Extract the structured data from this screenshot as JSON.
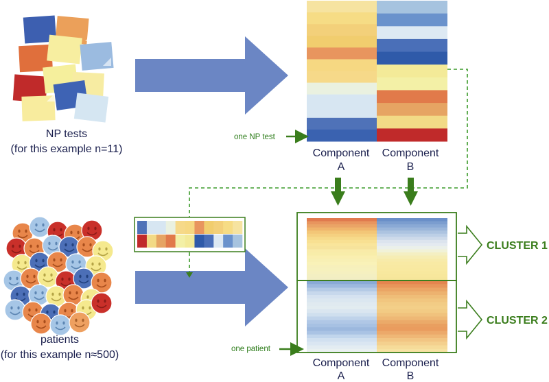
{
  "np_tests": {
    "title": "NP tests",
    "subtitle": "(for this example n=11)"
  },
  "patients": {
    "title": "patients",
    "subtitle": "(for this example n≈500)"
  },
  "annotations": {
    "one_np_test": "one NP test",
    "one_patient": "one patient"
  },
  "components": {
    "a_top": "Component",
    "a_bottom": "A",
    "b_top": "Component",
    "b_bottom": "B"
  },
  "clusters": [
    "CLUSTER 1",
    "CLUSTER 2"
  ],
  "colors": {
    "arrow": "#6b86c4",
    "green": "#3a7d1c",
    "text": "#1a1f4d"
  },
  "loadings": {
    "component_a": [
      "#f6e3a0",
      "#f6dc85",
      "#f3d07a",
      "#f1cd6e",
      "#e8955e",
      "#f6d882",
      "#f6d989",
      "#eaf1e0",
      "#d7e6f2",
      "#d7e6f2",
      "#4f72b8",
      "#3a62b0"
    ],
    "component_b": [
      "#a6c3df",
      "#6a92cc",
      "#dde9f3",
      "#4a6fb8",
      "#2f5aa9",
      "#f3ea98",
      "#f3f0a6",
      "#e17a4a",
      "#e6a463",
      "#f2da86",
      "#c02a2a"
    ]
  },
  "patient_row": {
    "top": [
      "#4f72b8",
      "#d7e6f2",
      "#d7e6f2",
      "#eaf1e0",
      "#f6d989",
      "#f6d882",
      "#e8955e",
      "#f1cd6e",
      "#f3d07a",
      "#f6dc85",
      "#f6e3a0"
    ],
    "bottom": [
      "#c02a2a",
      "#f2da86",
      "#e6a463",
      "#e17a4a",
      "#f3f0a6",
      "#f3ea98",
      "#2f5aa9",
      "#4a6fb8",
      "#dde9f3",
      "#6a92cc",
      "#a6c3df"
    ]
  },
  "scores": {
    "cluster1_a": [
      "#e07a4e",
      "#e8955e",
      "#eaa466",
      "#f0b56c",
      "#f3c677",
      "#f5d080",
      "#f7da8a",
      "#f8e092",
      "#f9e59b",
      "#f6e39c",
      "#f9eba8",
      "#f8eda9",
      "#faefb0",
      "#f8f0b4",
      "#f9f2b8",
      "#f7f0bb",
      "#f6f1bd",
      "#f5f0c0",
      "#f3efc2",
      "#f2eec4"
    ],
    "cluster1_b": [
      "#6a8fc8",
      "#7b9dcf",
      "#8aa9d5",
      "#9bb6da",
      "#acc3e0",
      "#bccfe6",
      "#cddaea",
      "#dce4ee",
      "#e4eaf0",
      "#ebf0ea",
      "#f1f2d8",
      "#f4efc2",
      "#f6edb4",
      "#f7ebaa",
      "#f8eaa4",
      "#f8e9a2",
      "#f8e9a0",
      "#f7e89e",
      "#f7e79c",
      "#f6e69a"
    ],
    "cluster2_a": [
      "#8aaad6",
      "#9cb8de",
      "#b4cae5",
      "#c7d8ec",
      "#d5e2f0",
      "#dbe7f0",
      "#e0eaf0",
      "#e2ecf0",
      "#dae6f0",
      "#cfdfee",
      "#bfd3ea",
      "#b0c7e6",
      "#a7c1e3",
      "#9cb8de",
      "#aac3e4",
      "#c1d5ec",
      "#d1e0f0",
      "#dae6f2",
      "#e3ecf2",
      "#eaf1f1"
    ],
    "cluster2_b": [
      "#e4854f",
      "#e7955a",
      "#eaa565",
      "#edb26f",
      "#efbd78",
      "#f1c67f",
      "#f2cc85",
      "#f3cf88",
      "#f2cb84",
      "#f0c27d",
      "#eeb875",
      "#ebaa69",
      "#e99f60",
      "#ea9c5e",
      "#eca96a",
      "#efb776",
      "#f2c583",
      "#f4d08e",
      "#f6db99",
      "#f7e2a2"
    ]
  }
}
